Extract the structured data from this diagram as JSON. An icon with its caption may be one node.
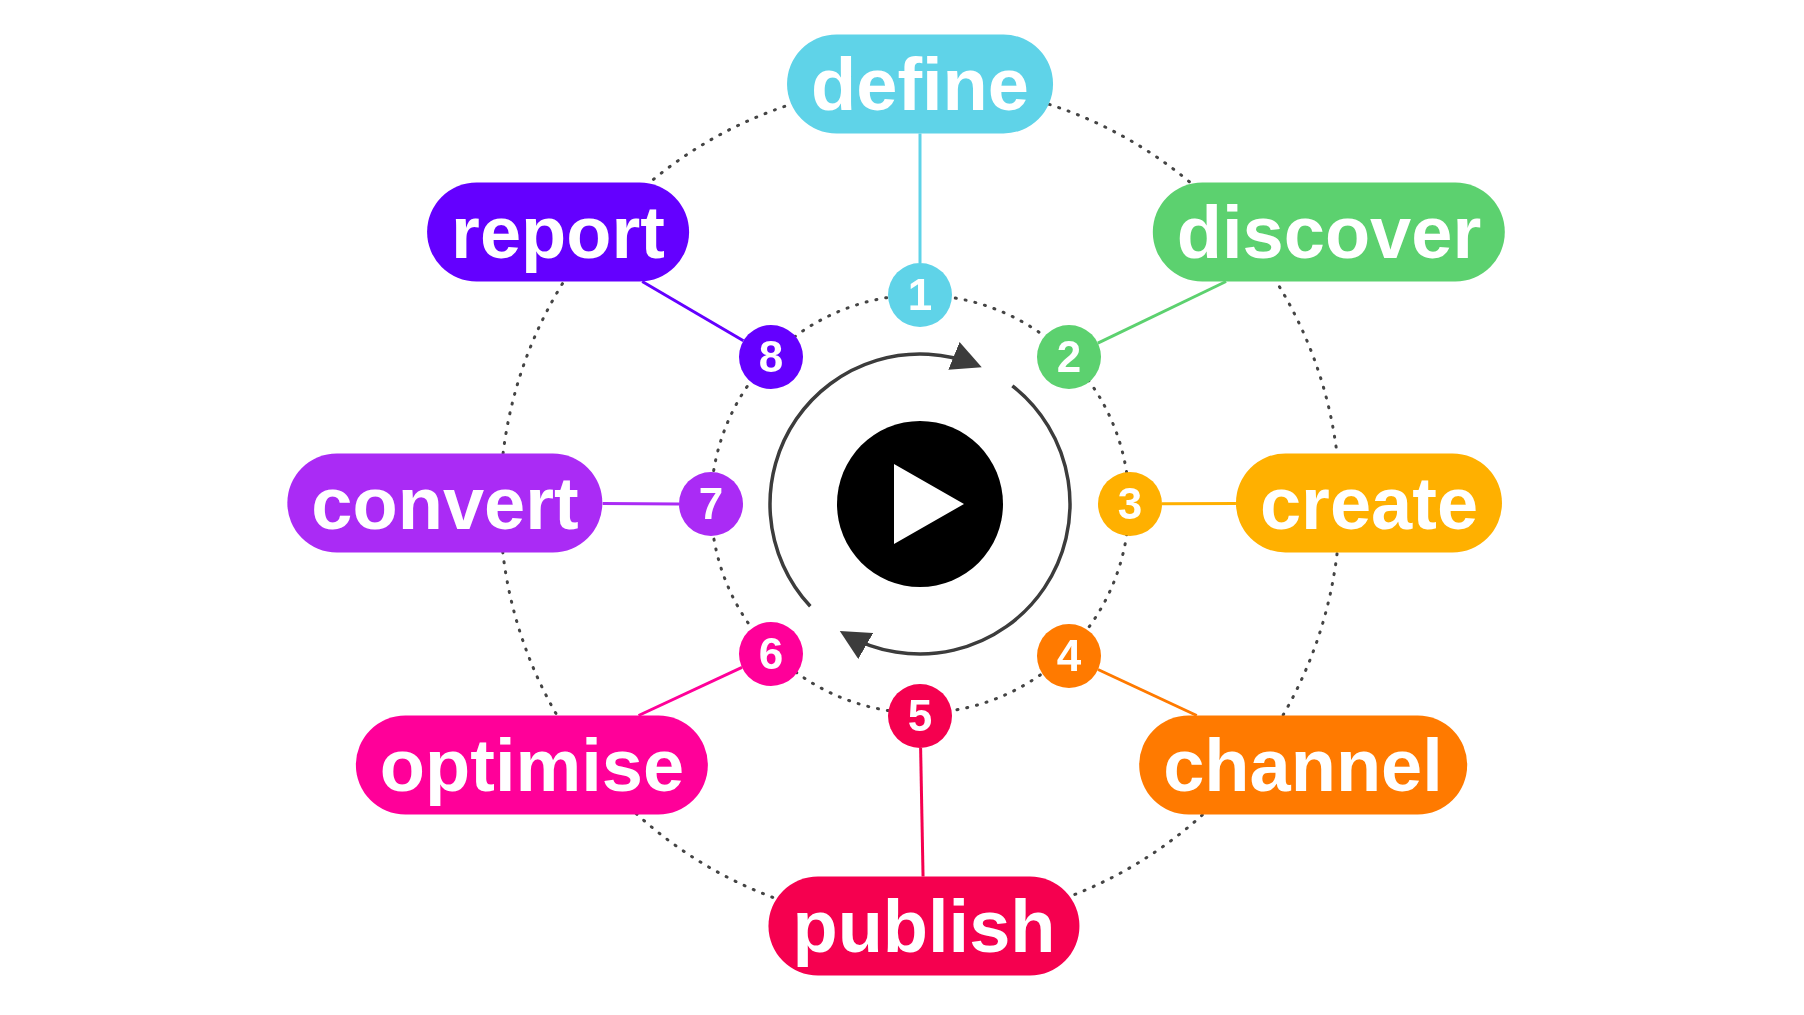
{
  "diagram": {
    "nodes": [
      {
        "text": [
          "define"
        ]
      },
      {
        "text": [
          "discover"
        ]
      },
      {
        "text": [
          "create"
        ]
      },
      {
        "text": [
          "channel"
        ]
      },
      {
        "text": [
          "publish"
        ]
      },
      {
        "text": [
          "optimise"
        ]
      },
      {
        "text": [
          "convert"
        ]
      },
      {
        "text": [
          "report"
        ]
      },
      {
        "text": [
          "1"
        ]
      },
      {
        "text": [
          "2"
        ]
      },
      {
        "text": [
          "3"
        ]
      },
      {
        "text": [
          "4"
        ]
      },
      {
        "text": [
          "5"
        ]
      },
      {
        "text": [
          "6"
        ]
      },
      {
        "text": [
          "7"
        ]
      },
      {
        "text": [
          "8"
        ]
      }
    ],
    "edges": [
      {
        "from": 0,
        "to": 8,
        "arrow": "none",
        "color": "#5fd3e8"
      },
      {
        "from": 1,
        "to": 9,
        "arrow": "none",
        "color": "#5cd16f"
      },
      {
        "from": 2,
        "to": 10,
        "arrow": "none",
        "color": "#ffb000"
      },
      {
        "from": 3,
        "to": 11,
        "arrow": "none",
        "color": "#ff7a00"
      },
      {
        "from": 4,
        "to": 12,
        "arrow": "none",
        "color": "#f5004f"
      },
      {
        "from": 5,
        "to": 13,
        "arrow": "none",
        "color": "#ff0099"
      },
      {
        "from": 6,
        "to": 14,
        "arrow": "none",
        "color": "#aa2bf5"
      },
      {
        "from": 7,
        "to": 15,
        "arrow": "none",
        "color": "#6400ff"
      }
    ]
  }
}
